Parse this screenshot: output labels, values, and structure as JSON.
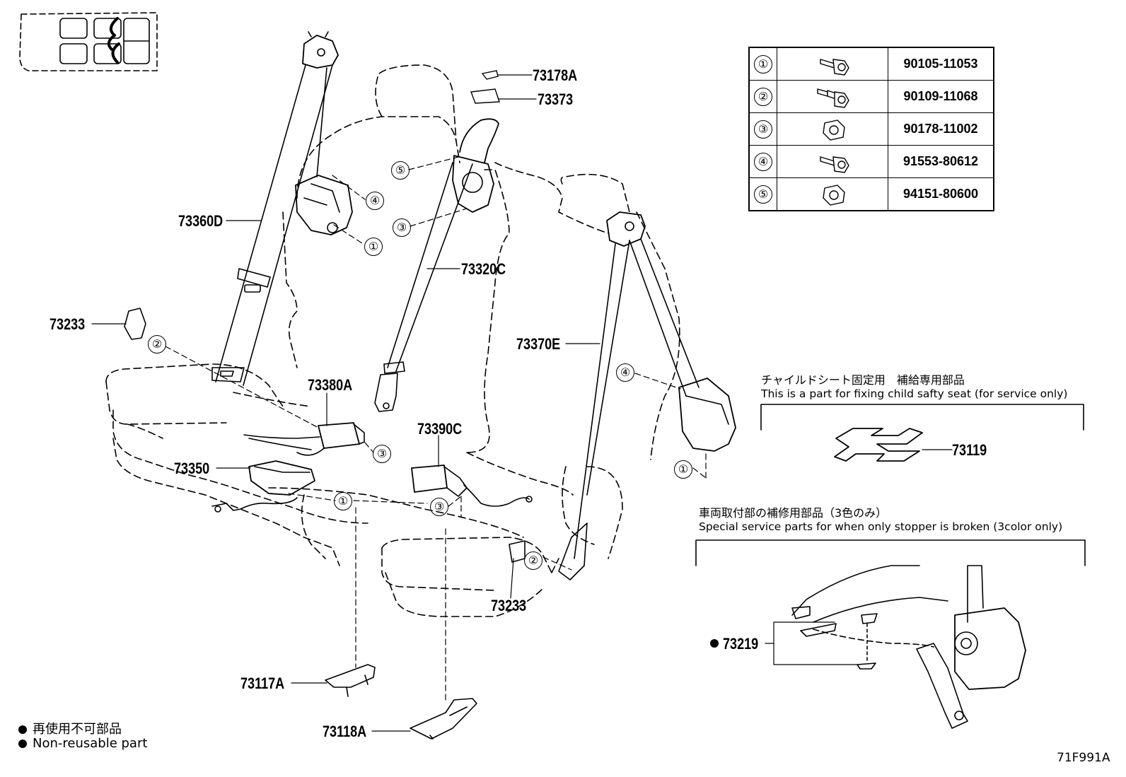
{
  "labels": {
    "p73178a": "73178A",
    "p73373": "73373",
    "p73360d": "73360D",
    "p73320c": "73320C",
    "p73233_left": "73233",
    "p73370e": "73370E",
    "p73380a": "73380A",
    "p73390c": "73390C",
    "p73350": "73350",
    "p73233_bottom": "73233",
    "p73117a": "73117A",
    "p73118a": "73118A",
    "p73119": "73119",
    "p73219": "73219"
  },
  "callouts": [
    "①",
    "②",
    "③",
    "④",
    "⑤"
  ],
  "bolt_table": {
    "rows": [
      {
        "index": "①",
        "icon": "flange-bolt-icon",
        "part": "90105-11053"
      },
      {
        "index": "②",
        "icon": "stepped-bolt-icon",
        "part": "90109-11068"
      },
      {
        "index": "③",
        "icon": "flange-nut-icon",
        "part": "90178-11002"
      },
      {
        "index": "④",
        "icon": "flange-bolt-icon",
        "part": "91553-80612"
      },
      {
        "index": "⑤",
        "icon": "flange-nut-icon",
        "part": "94151-80600"
      }
    ]
  },
  "child_seat_note": {
    "jp": "チャイルドシート固定用　補給専用部品",
    "en": "This is a part for fixing child safty seat (for service only)"
  },
  "stopper_note": {
    "jp": "車両取付部の補修用部品（3色のみ）",
    "en": "Special service parts for when only stopper is broken (3color only)"
  },
  "legend": {
    "jp": "再使用不可部品",
    "en": "Non-reusable part"
  },
  "figure_id": "71F991A"
}
